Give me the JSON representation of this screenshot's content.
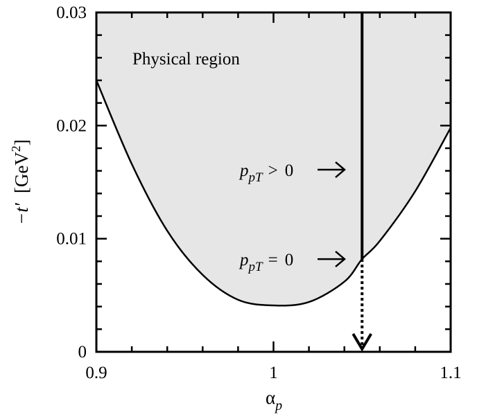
{
  "chart_data": {
    "type": "area",
    "xlabel": "α",
    "xlabel_sub": "p",
    "ylabel_prefix": "−t′",
    "ylabel_unit": "[GeV",
    "ylabel_unit_sup": "2",
    "ylabel_unit_close": "]",
    "xlim": [
      0.9,
      1.1
    ],
    "ylim": [
      0,
      0.03
    ],
    "x_tick_labels": [
      "0.9",
      "1",
      "1.1"
    ],
    "y_tick_labels": [
      "0",
      "0.01",
      "0.02",
      "0.03"
    ],
    "x_major_ticks": [
      0.9,
      1.0,
      1.1
    ],
    "x_minor_step": 0.02,
    "y_major_ticks": [
      0,
      0.01,
      0.02,
      0.03
    ],
    "y_minor_step": 0.002,
    "grid": false,
    "boundary_curve": {
      "x": [
        0.9,
        0.92,
        0.94,
        0.96,
        0.98,
        1.0,
        1.02,
        1.04,
        1.05,
        1.06,
        1.08,
        1.1
      ],
      "y": [
        0.024,
        0.0166,
        0.0107,
        0.0068,
        0.0046,
        0.0041,
        0.0044,
        0.0062,
        0.0082,
        0.0098,
        0.0142,
        0.0198
      ]
    },
    "vertical_line": {
      "x": 1.05,
      "y_from": 0.0082,
      "y_to": 0.03
    },
    "dotted_arrow": {
      "x": 1.05,
      "y_from": 0.0082,
      "y_to": 0
    },
    "region_label": "Physical region",
    "annotations": [
      {
        "text_base": "p",
        "text_sub": "pT",
        "relation": ">",
        "value": "0",
        "y": 0.0161
      },
      {
        "text_base": "p",
        "text_sub": "pT",
        "relation": "=",
        "value": "0",
        "y": 0.0082
      }
    ],
    "colors": {
      "region_fill": "#e6e6e6",
      "line": "#000000"
    }
  }
}
